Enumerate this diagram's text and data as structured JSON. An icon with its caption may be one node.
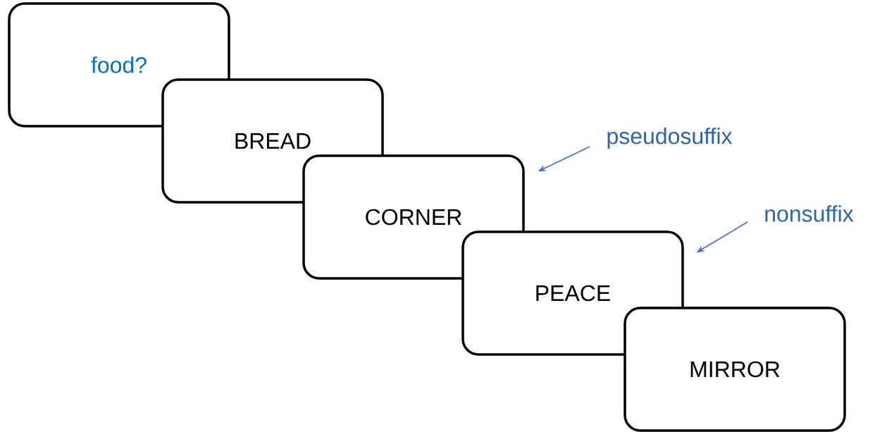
{
  "diagram": {
    "nodes": [
      {
        "text": [
          "food?"
        ]
      },
      {
        "text": [
          "BREAD"
        ]
      },
      {
        "text": [
          "CORNER"
        ]
      },
      {
        "text": [
          "PEACE"
        ]
      },
      {
        "text": [
          "MIRROR"
        ]
      },
      {
        "text": [
          "pseudosuffix"
        ]
      },
      {
        "text": [
          "nonsuffix"
        ]
      }
    ],
    "edges": [
      {
        "from": 5,
        "to": 2,
        "arrow": "to",
        "color": "#4472c4"
      },
      {
        "from": 6,
        "to": 3,
        "arrow": "to",
        "color": "#4472c4"
      }
    ]
  }
}
